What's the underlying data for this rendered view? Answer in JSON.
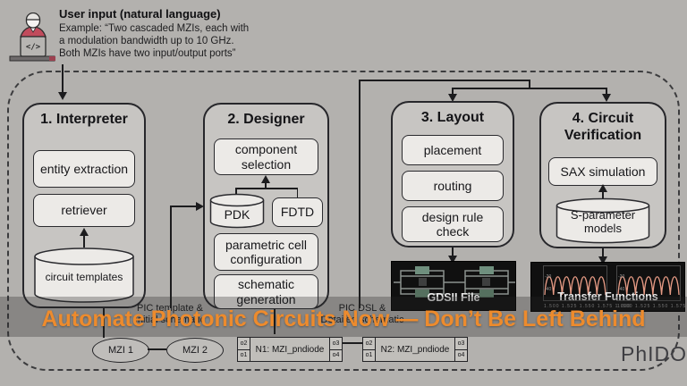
{
  "caption": {
    "text": "Automate Photonic Circuits Now — Don’t Be Left Behind",
    "color": "#ED8B2D"
  },
  "user_input": {
    "title": "User input (natural language)",
    "line1": "Example: “Two cascaded MZIs, each with",
    "line2": "a modulation bandwidth up to 10 GHz.",
    "line3": "Both MZIs have two input/output ports”"
  },
  "interpreter": {
    "title": "1. Interpreter",
    "box1": "entity extraction",
    "box2": "retriever",
    "cylinder": "circuit templates"
  },
  "designer": {
    "title": "2. Designer",
    "box1": "component selection",
    "cylinder": "PDK",
    "box2": "FDTD",
    "box3": "parametric cell configuration",
    "box4": "schematic generation"
  },
  "layout": {
    "title": "3. Layout",
    "box1": "placement",
    "box2": "routing",
    "box3": "design rule check",
    "output_label": "GDSII File"
  },
  "verification": {
    "title": "4. Circuit Verification",
    "box1": "SAX simulation",
    "cylinder": "S-parameter models",
    "output_label": "Transfer Functions",
    "plot_yticks": "-20  -40",
    "plot_xticks": "1.500  1.525  1.550  1.575  1.600",
    "curve_color": "#e59a84"
  },
  "schematic": {
    "left_title1": "PIC template &",
    "left_title2": "Initial schematic",
    "right_title1": "PIC DSL &",
    "right_title2": "Detailed schematic",
    "mzi1": "MZI 1",
    "mzi2": "MZI 2",
    "n1_label": "N1: MZI_pndiode",
    "n2_label": "N2: MZI_pndiode",
    "port_o1": "o1",
    "port_o2": "o2",
    "port_o3": "o3",
    "port_o4": "o4"
  },
  "brand": "PhIDO"
}
